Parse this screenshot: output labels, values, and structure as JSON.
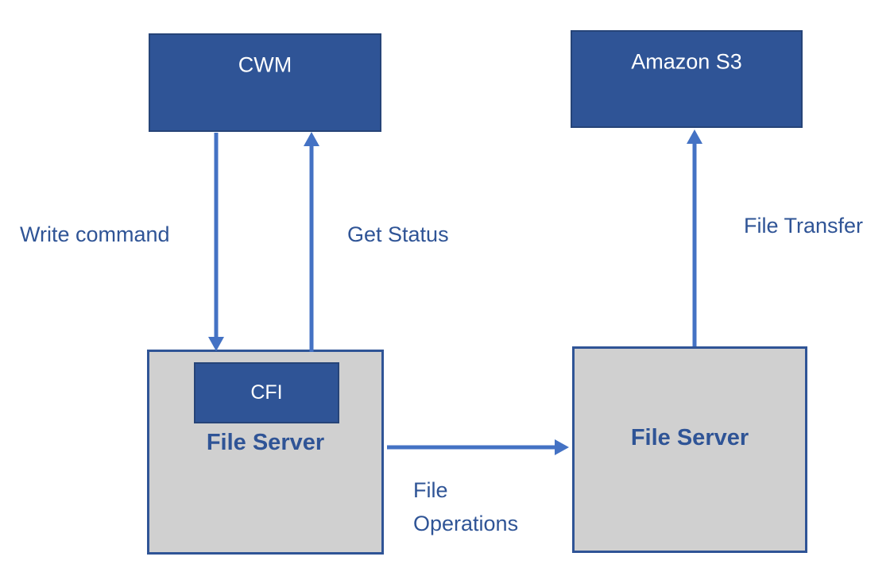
{
  "diagram": {
    "nodes": {
      "cwm": {
        "label": "CWM"
      },
      "amazon_s3": {
        "label": "Amazon S3"
      },
      "file_server_left": {
        "label": "File Server",
        "cfi_label": "CFI"
      },
      "file_server_right": {
        "label": "File Server"
      }
    },
    "edges": {
      "write_command": {
        "label": "Write command",
        "from": "CWM",
        "to": "File Server (left)",
        "direction": "down"
      },
      "get_status": {
        "label": "Get Status",
        "from": "File Server (left)",
        "to": "CWM",
        "direction": "up"
      },
      "file_transfer": {
        "label": "File Transfer",
        "from": "File Server (right)",
        "to": "Amazon S3",
        "direction": "up"
      },
      "file_operations": {
        "label": "File Operations",
        "from": "File Server (left)",
        "to": "File Server (right)",
        "direction": "right"
      }
    },
    "colors": {
      "node_fill": "#2F5496",
      "node_text": "#FFFFFF",
      "server_fill": "#D0D0D0",
      "server_border": "#2F5496",
      "arrow": "#4472C4",
      "label_text": "#2F5496",
      "background": "#FFFFFF"
    }
  }
}
